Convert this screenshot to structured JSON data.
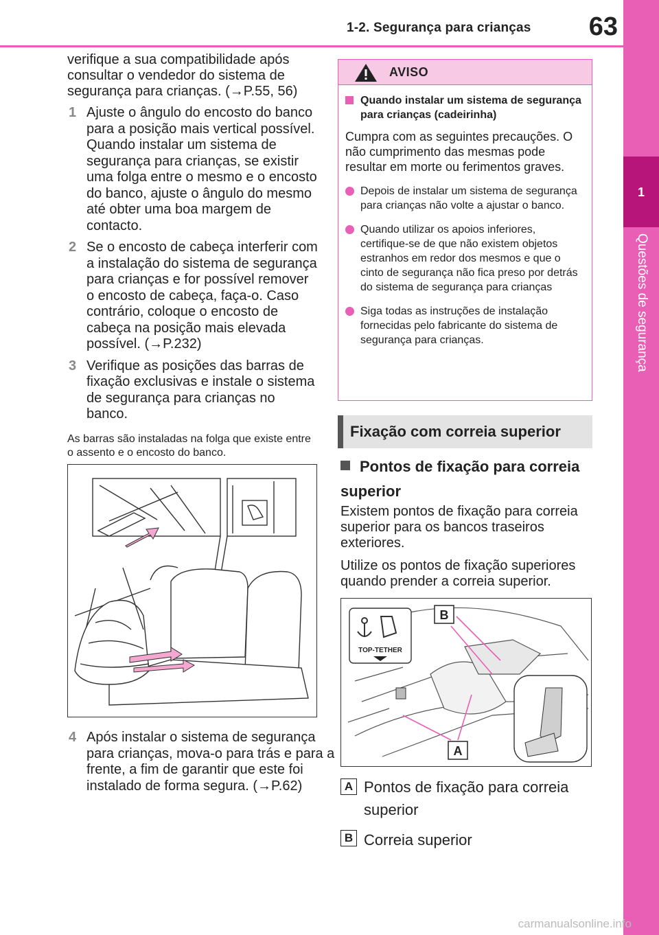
{
  "header": {
    "section_title": "1-2. Segurança para crianças",
    "page_number": "63"
  },
  "side_tab": {
    "chapter_number": "1",
    "chapter_title": "Questões de segurança"
  },
  "left_column": {
    "intro": "verifique a sua compatibilidade após consultar o vendedor do sistema de segurança para crianças. (→P.55, 56)",
    "steps": [
      {
        "num": "1",
        "text": "Ajuste o ângulo do encosto do banco para a posição mais vertical possível. Quando instalar um sistema de segurança para crianças, se existir uma folga entre o mesmo e o encosto do banco, ajuste o ângulo do mesmo até obter uma boa margem de contacto."
      },
      {
        "num": "2",
        "text": "Se o encosto de cabeça interferir com a instalação do sistema de segurança para crianças e for possível remover o encosto de cabeça, faça-o. Caso contrário, coloque o encosto de cabeça na posição mais elevada possível. (→P.232)"
      },
      {
        "num": "3",
        "text": "Verifique as posições das barras de fixação exclusivas e instale o sistema de segurança para crianças no banco."
      }
    ],
    "note": "As barras são instaladas na folga que existe entre o assento e o encosto do banco.",
    "step4": {
      "num": "4",
      "text": "Após instalar o sistema de segurança para crianças, mova-o para trás e para a frente, a fim de garantir que este foi instalado de forma segura. (→P.62)"
    }
  },
  "warning": {
    "title": "AVISO",
    "subheading": "Quando instalar um sistema de segurança para crianças (cadeirinha)",
    "text": "Cumpra com as seguintes precauções. O não cumprimento das mesmas pode resultar em morte ou ferimentos graves.",
    "items": [
      "Depois de instalar um sistema de segurança para crianças não volte a ajustar o banco.",
      "Quando utilizar os apoios inferiores, certifique-se de que não existem objetos estranhos em redor dos mesmos e que o cinto de segurança não fica preso por detrás do sistema de segurança para crianças",
      "Siga todas as instruções de instalação fornecidas pelo fabricante do sistema de segurança para crianças."
    ]
  },
  "section": {
    "title": "Fixação com correia superior",
    "subheading": "Pontos de fixação para correia superior",
    "paragraphs": [
      "Existem pontos de fixação para correia superior para os bancos traseiros exteriores.",
      "Utilize os pontos de fixação superiores quando prender a correia superior."
    ],
    "figure_label_top_tether": "TOP-TETHER",
    "figure_callouts": [
      "B",
      "A"
    ],
    "legend": [
      {
        "key": "A",
        "text": "Pontos de fixação para correia superior"
      },
      {
        "key": "B",
        "text": "Correia superior"
      }
    ]
  },
  "watermark": "carmanualsonline.info",
  "colors": {
    "accent": "#e85fb5",
    "accent_dark": "#b7157a",
    "warning_header": "#f7c9e5"
  }
}
